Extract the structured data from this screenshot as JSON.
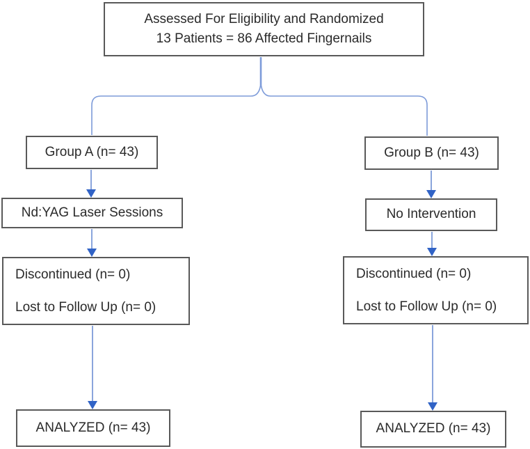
{
  "diagram": {
    "title_box": {
      "line1": "Assessed For Eligibility and Randomized",
      "line2": "13 Patients = 86 Affected Fingernails"
    },
    "left_branch": {
      "group_label": "Group A (n= 43)",
      "intervention_label": "Nd:YAG Laser Sessions",
      "followup_line1": "Discontinued (n= 0)",
      "followup_line2": "Lost to Follow Up (n= 0)",
      "analyzed_label": "ANALYZED (n= 43)"
    },
    "right_branch": {
      "group_label": "Group B (n= 43)",
      "intervention_label": "No Intervention",
      "followup_line1": "Discontinued (n= 0)",
      "followup_line2": "Lost to Follow Up (n= 0)",
      "analyzed_label": "ANALYZED (n= 43)"
    },
    "colors": {
      "box_border": "#595959",
      "box_fill": "#ffffff",
      "text": "#2a2a2a",
      "connector_line": "#7D9BD9",
      "arrow_head": "#3163C6"
    }
  }
}
